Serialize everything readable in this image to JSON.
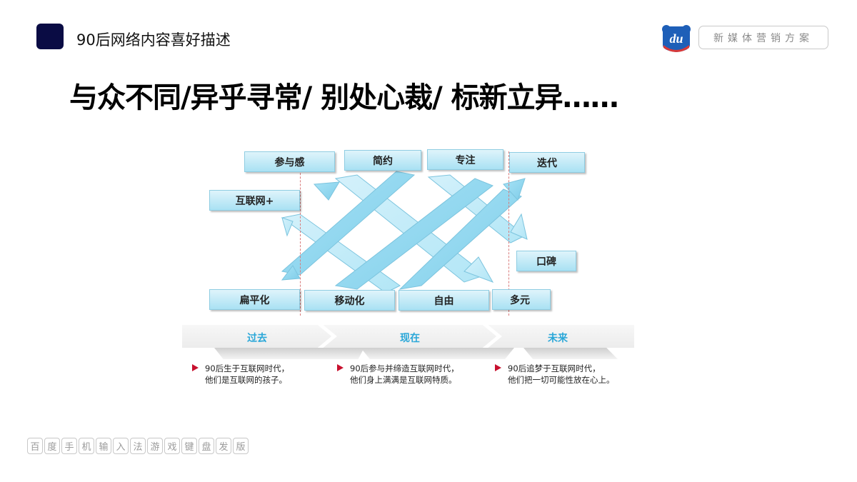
{
  "header": {
    "title": "90后网络内容喜好描述",
    "brand_label": "新媒体营销方案",
    "logo_text": "du",
    "accent_color": "#0a0c44"
  },
  "headline": "与众不同/异乎寻常/ 别处心裁/ 标新立异……",
  "diagram": {
    "top_keywords": [
      "参与感",
      "简约",
      "专注",
      "迭代"
    ],
    "left_keywords": [
      "互联网+"
    ],
    "right_keywords": [
      "口碑"
    ],
    "bottom_keywords": [
      "扁平化",
      "移动化",
      "自由",
      "多元"
    ],
    "arrow_color": "#8fd6ef",
    "timeline": {
      "phases": [
        "过去",
        "现在",
        "未来"
      ],
      "label_color": "#2aa7d8",
      "descriptions": [
        {
          "line1": "90后生于互联网时代，",
          "line2": "他们是互联网的孩子。"
        },
        {
          "line1": "90后参与并缔造互联网时代，",
          "line2": "他们身上满满是互联网特质。"
        },
        {
          "line1": "90后追梦于互联网时代，",
          "line2": "他们把一切可能性放在心上。"
        }
      ]
    }
  },
  "footer": {
    "chars": [
      "百",
      "度",
      "手",
      "机",
      "输",
      "入",
      "法",
      "游",
      "戏",
      "键",
      "盘",
      "发",
      "版"
    ]
  }
}
